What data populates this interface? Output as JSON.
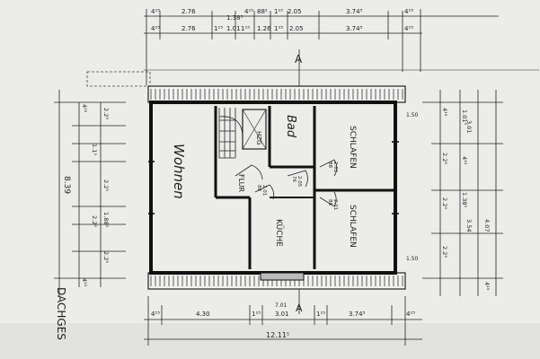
{
  "plan": {
    "rooms": {
      "wohnen": "Wohnen",
      "bad": "Bad",
      "schlafen_top": "SCHLAFEN",
      "schlafen_bottom": "SCHLAFEN",
      "kueche": "KÜCHE",
      "flur": "FLUR",
      "hzg": "HZG"
    },
    "section_marker": "A",
    "side_title": "DACHGES",
    "dim_top_row1": [
      "4¹⁵",
      "2.76",
      "1.38⁵",
      "4¹⁵",
      "88²",
      "1¹⁵",
      "2.05",
      "3.74⁵",
      "4¹⁵"
    ],
    "dim_top_row2": [
      "4¹⁵",
      "2.76",
      "1¹⁵",
      "1.01",
      "1¹⁵",
      "1.26",
      "1¹⁵",
      "2.05",
      "3.74⁵",
      "4¹⁵"
    ],
    "dim_bottom_row1": [
      "4¹⁵",
      "4.30",
      "1¹⁵",
      "7.01",
      "3.01",
      "1¹⁵",
      "3.74⁵",
      "4¹⁵"
    ],
    "dim_bottom_total": "12.11⁵",
    "dim_left_total": "8.39",
    "dim_left_inner": [
      "4¹⁵",
      "2.2⁵",
      "1.1⁵",
      "2.2⁵",
      "1.88⁵",
      "2.2⁵",
      "2.2⁵",
      "4¹⁵"
    ],
    "dim_right": [
      "4¹⁵",
      "2.2⁵",
      "1.01⁵",
      "3.01",
      "4¹⁵",
      "2.2⁵",
      "3.54",
      "1.38⁵",
      "2.2⁵",
      "4.07",
      "4¹⁵"
    ],
    "window_marks": [
      "1.50",
      "1.50"
    ],
    "interior_small": [
      "88",
      "2.01",
      "76",
      "2.05",
      "88",
      "2.01",
      "88",
      "2.01"
    ]
  },
  "colors": {
    "paper": "#e9e9e6",
    "ink": "#1f1f1f"
  }
}
